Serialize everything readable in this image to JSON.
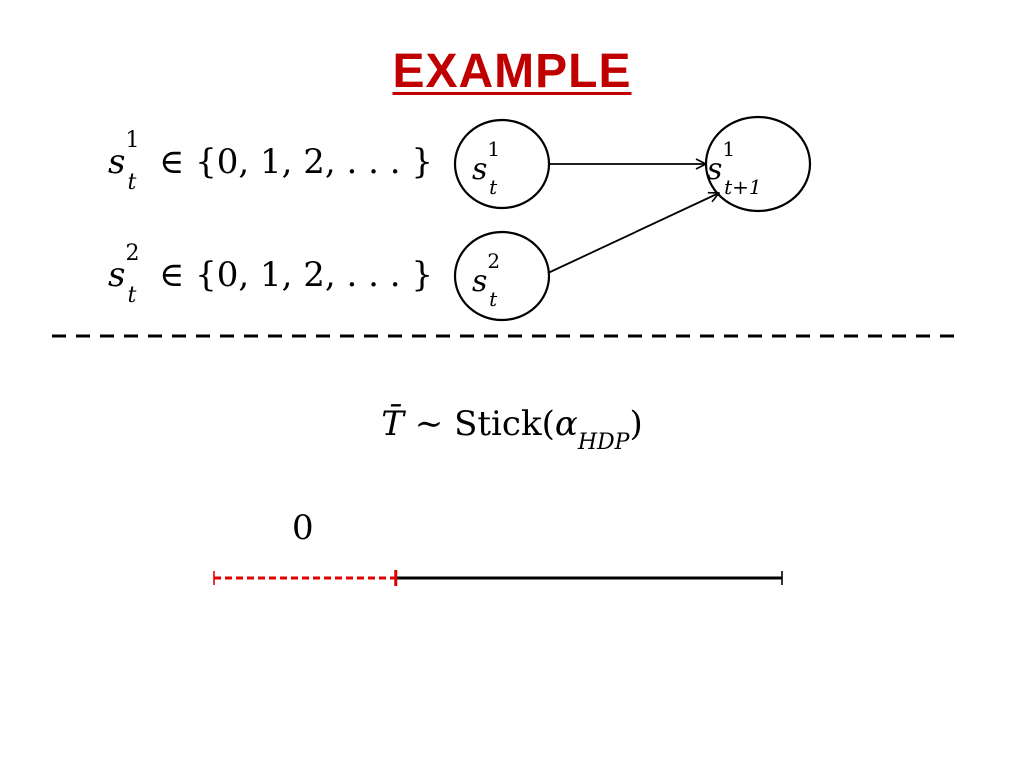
{
  "slide": {
    "title": "EXAMPLE"
  },
  "variables": [
    {
      "symbol": "s",
      "superscript": "1",
      "subscript": "t",
      "relation": "∈",
      "domain": "{0, 1, 2, . . . }"
    },
    {
      "symbol": "s",
      "superscript": "2",
      "subscript": "t",
      "relation": "∈",
      "domain": "{0, 1, 2, . . . }"
    }
  ],
  "nodes": [
    {
      "symbol": "s",
      "superscript": "1",
      "subscript": "t"
    },
    {
      "symbol": "s",
      "superscript": "1",
      "subscript": "t+1"
    },
    {
      "symbol": "s",
      "superscript": "2",
      "subscript": "t"
    }
  ],
  "formula": {
    "lhs": "T̄",
    "relation": "∼",
    "function": "Stick",
    "open": "(",
    "argument": "α",
    "argument_subscript": "HDP",
    "close": ")"
  },
  "stick": {
    "start_label": "0",
    "broken_fraction": 0.32
  },
  "colors": {
    "title": "#c00000",
    "broken_segment": "#e00000",
    "remaining_segment": "#000000"
  }
}
